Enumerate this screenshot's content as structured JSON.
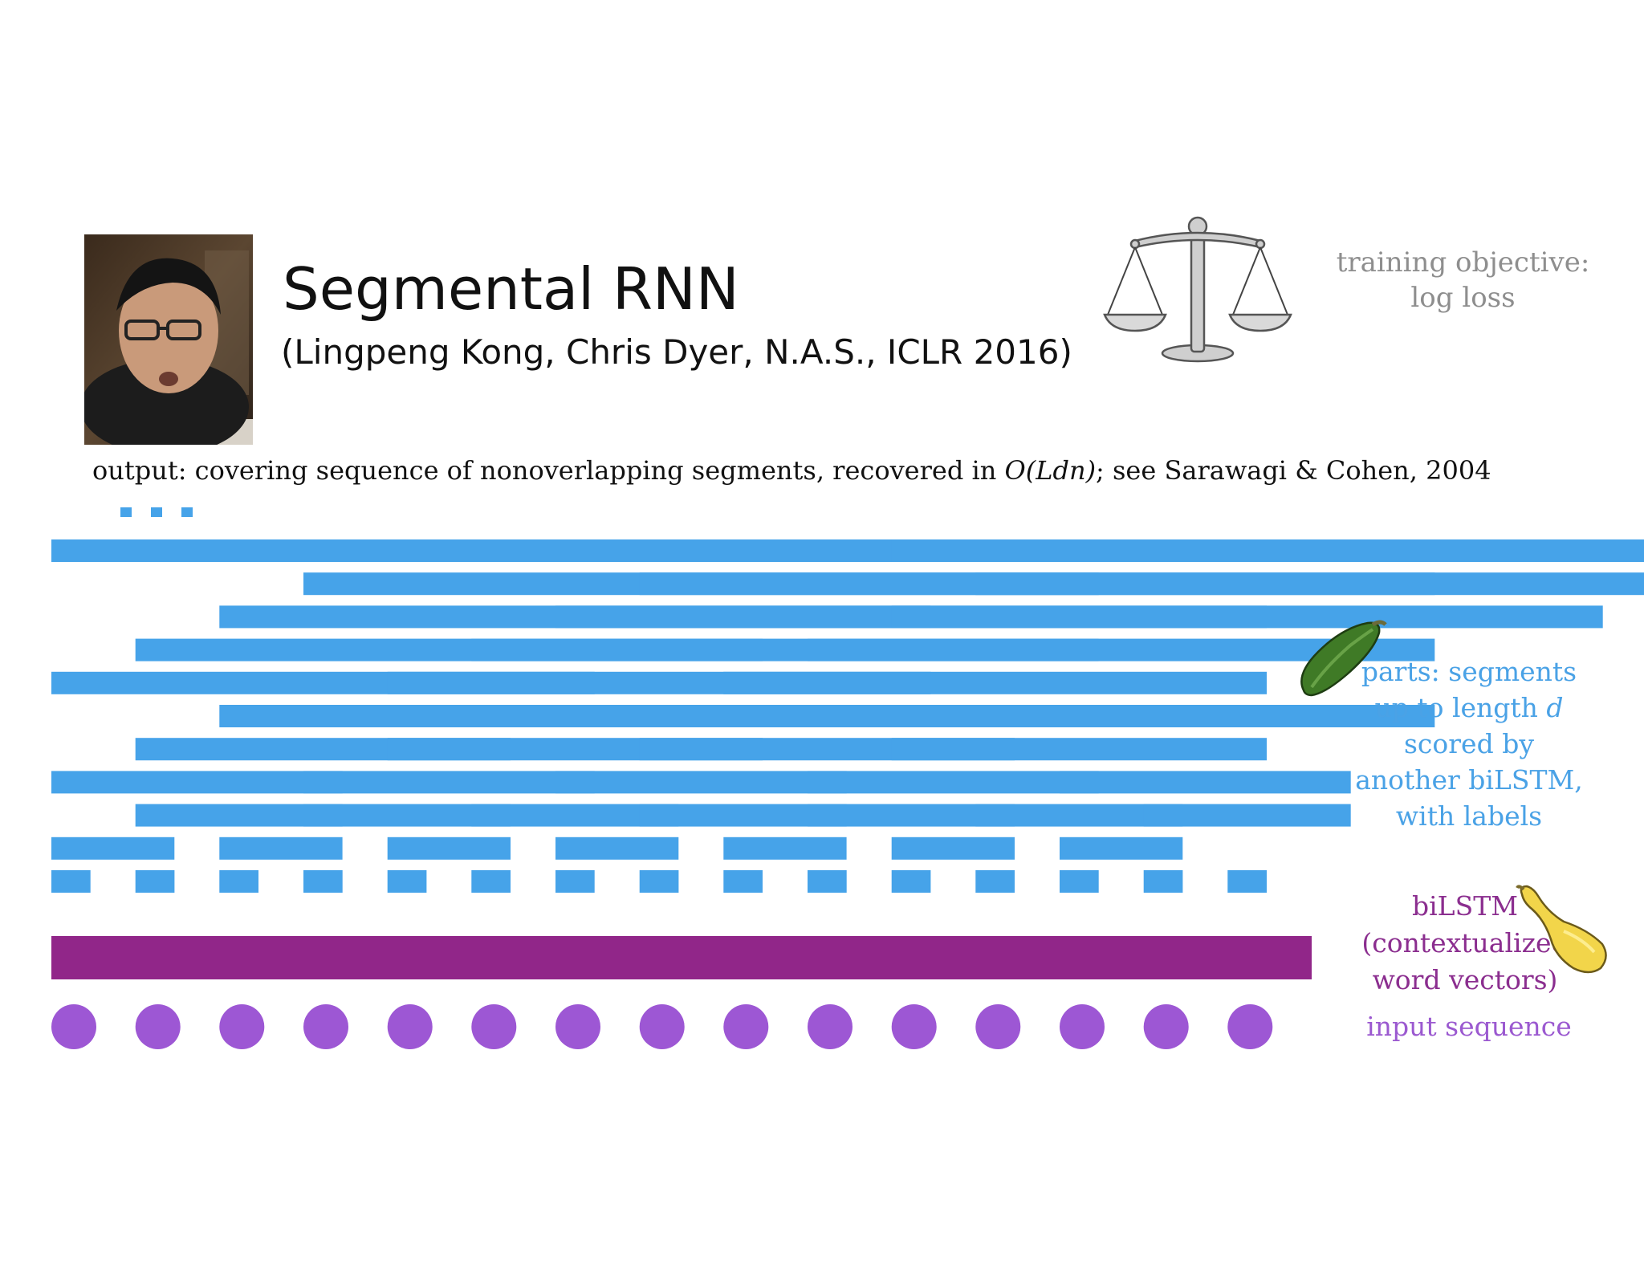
{
  "slide": {
    "title": "Segmental RNN",
    "citation": "(Lingpeng Kong, Chris Dyer, N.A.S., ICLR 2016)",
    "training_objective": [
      "training objective:",
      "log loss"
    ],
    "output_line": {
      "before": "output:  covering  sequence  of nonoverlapping  segments,  recovered  in ",
      "complexity": "O(Ldn)",
      "after": "; see Sarawagi & Cohen, 2004"
    },
    "parts_label": [
      "parts:  segments",
      "up to length",
      "d",
      "scored  by",
      "another  biLSTM,",
      "with labels"
    ],
    "bilstm_label": [
      "biLSTM",
      "(contextualized",
      "word vectors)"
    ],
    "input_label": "input sequence"
  },
  "colors": {
    "segment": "#46a3e9",
    "bilstm_bar": "#912689",
    "input_token": "#9d57d4",
    "parts_text": "#4aa2e6",
    "bilstm_text": "#8b2e8f",
    "input_text": "#9b59d0",
    "objective_text": "#8e8e8e"
  },
  "icons": [
    "person-photo",
    "balance-scale-icon",
    "zucchini-icon",
    "yellow-squash-icon",
    "ellipsis-dots"
  ],
  "segments": {
    "token_count": 15,
    "max_segment_length": 11,
    "rows": [
      {
        "length": 11,
        "starts": [
          1,
          6,
          11
        ]
      },
      {
        "length": 10,
        "starts": [
          4,
          8,
          12
        ]
      },
      {
        "length": 9,
        "starts": [
          3,
          7,
          11
        ]
      },
      {
        "length": 8,
        "starts": [
          2,
          6,
          10
        ]
      },
      {
        "length": 7,
        "starts": [
          1,
          5,
          9
        ]
      },
      {
        "length": 6,
        "starts": [
          3,
          6,
          9,
          12
        ]
      },
      {
        "length": 5,
        "starts": [
          2,
          5,
          8,
          11
        ]
      },
      {
        "length": 4,
        "starts": [
          1,
          4,
          7,
          10,
          13
        ]
      },
      {
        "length": 3,
        "starts": [
          2,
          4,
          6,
          8,
          10,
          12,
          14
        ]
      },
      {
        "length": 2,
        "starts": [
          1,
          3,
          5,
          7,
          9,
          11,
          13
        ]
      },
      {
        "length": 1,
        "starts": [
          1,
          2,
          3,
          4,
          5,
          6,
          7,
          8,
          9,
          10,
          11,
          12,
          13,
          14,
          15
        ]
      }
    ]
  }
}
